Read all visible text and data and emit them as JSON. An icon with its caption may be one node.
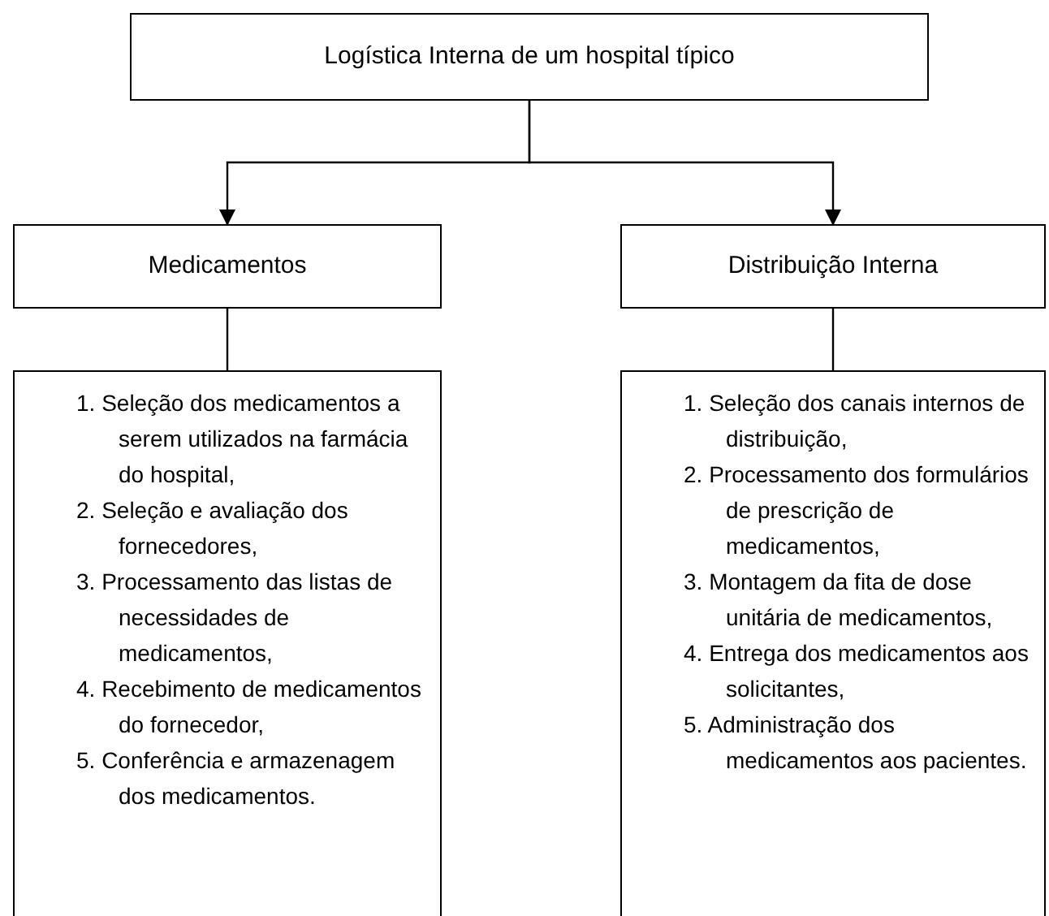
{
  "diagram": {
    "nodes": [
      {
        "text": [
          "Logística Interna de um hospital típico"
        ]
      },
      {
        "text": [
          "Medicamentos"
        ]
      },
      {
        "text": [
          "Distribuição Interna"
        ]
      },
      {
        "text": [
          "1. Seleção dos medicamentos a serem utilizados na farmácia do hospital,",
          "2. Seleção e avaliação dos fornecedores,",
          "3. Processamento das listas de necessidades de medicamentos,",
          "4. Recebimento de medicamentos do fornecedor,",
          "5. Conferência e armazenagem dos medicamentos."
        ]
      },
      {
        "text": [
          "1. Seleção dos canais internos de distribuição,",
          "2. Processamento dos formulários de prescrição de medicamentos,",
          "3. Montagem da fita de dose unitária de medicamentos,",
          "4. Entrega dos medicamentos aos solicitantes,",
          "5. Administração dos medicamentos aos pacientes."
        ]
      }
    ],
    "edges": [
      {
        "from": 0,
        "to": 1,
        "arrow": "to"
      },
      {
        "from": 0,
        "to": 2,
        "arrow": "to"
      },
      {
        "from": 1,
        "to": 3,
        "arrow": "none"
      },
      {
        "from": 2,
        "to": 4,
        "arrow": "none"
      }
    ]
  }
}
